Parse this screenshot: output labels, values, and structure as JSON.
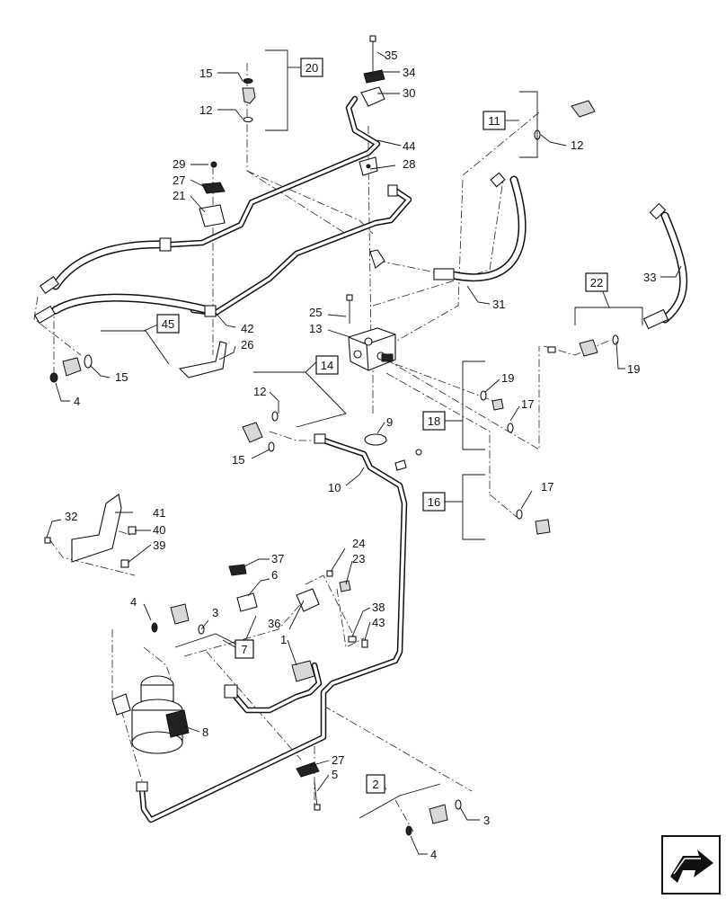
{
  "callouts": [
    {
      "id": "c35",
      "text": "35"
    },
    {
      "id": "c34",
      "text": "34"
    },
    {
      "id": "c30",
      "text": "30"
    },
    {
      "id": "c15a",
      "text": "15"
    },
    {
      "id": "c12a",
      "text": "12"
    },
    {
      "id": "c44",
      "text": "44"
    },
    {
      "id": "c29",
      "text": "29"
    },
    {
      "id": "c27a",
      "text": "27"
    },
    {
      "id": "c21",
      "text": "21"
    },
    {
      "id": "c28",
      "text": "28"
    },
    {
      "id": "c12b",
      "text": "12"
    },
    {
      "id": "c31",
      "text": "31"
    },
    {
      "id": "c33",
      "text": "33"
    },
    {
      "id": "c25",
      "text": "25"
    },
    {
      "id": "c13",
      "text": "13"
    },
    {
      "id": "c42",
      "text": "42"
    },
    {
      "id": "c26",
      "text": "26"
    },
    {
      "id": "c15b",
      "text": "15"
    },
    {
      "id": "c4a",
      "text": "4"
    },
    {
      "id": "c19a",
      "text": "19"
    },
    {
      "id": "c19b",
      "text": "19"
    },
    {
      "id": "c12c",
      "text": "12"
    },
    {
      "id": "c17a",
      "text": "17"
    },
    {
      "id": "c9",
      "text": "9"
    },
    {
      "id": "c15c",
      "text": "15"
    },
    {
      "id": "c10",
      "text": "10"
    },
    {
      "id": "c17b",
      "text": "17"
    },
    {
      "id": "c32",
      "text": "32"
    },
    {
      "id": "c41",
      "text": "41"
    },
    {
      "id": "c40",
      "text": "40"
    },
    {
      "id": "c39",
      "text": "39"
    },
    {
      "id": "c24",
      "text": "24"
    },
    {
      "id": "c37",
      "text": "37"
    },
    {
      "id": "c23",
      "text": "23"
    },
    {
      "id": "c6",
      "text": "6"
    },
    {
      "id": "c4b",
      "text": "4"
    },
    {
      "id": "c3a",
      "text": "3"
    },
    {
      "id": "c38",
      "text": "38"
    },
    {
      "id": "c36",
      "text": "36"
    },
    {
      "id": "c43",
      "text": "43"
    },
    {
      "id": "c1",
      "text": "1"
    },
    {
      "id": "c8",
      "text": "8"
    },
    {
      "id": "c27b",
      "text": "27"
    },
    {
      "id": "c5",
      "text": "5"
    },
    {
      "id": "c3b",
      "text": "3"
    },
    {
      "id": "c4c",
      "text": "4"
    }
  ],
  "kits": [
    {
      "id": "k20",
      "text": "20"
    },
    {
      "id": "k11",
      "text": "11"
    },
    {
      "id": "k45",
      "text": "45"
    },
    {
      "id": "k14",
      "text": "14"
    },
    {
      "id": "k22",
      "text": "22"
    },
    {
      "id": "k18",
      "text": "18"
    },
    {
      "id": "k16",
      "text": "16"
    },
    {
      "id": "k7",
      "text": "7"
    },
    {
      "id": "k2",
      "text": "2"
    }
  ],
  "nav_icon": "next-page-arrow-icon"
}
